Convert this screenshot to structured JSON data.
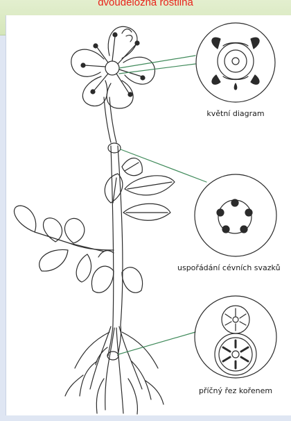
{
  "banner": {
    "title": "dvouděložná rostlina"
  },
  "labels": {
    "flower": "květní diagram",
    "stem": "uspořádání cévních svazků",
    "root": "příčný řez kořenem"
  },
  "colors": {
    "title": "#e8231b",
    "banner": "#d8e8bf",
    "line": "#2b2b2b",
    "connector": "#3f8a5a"
  }
}
